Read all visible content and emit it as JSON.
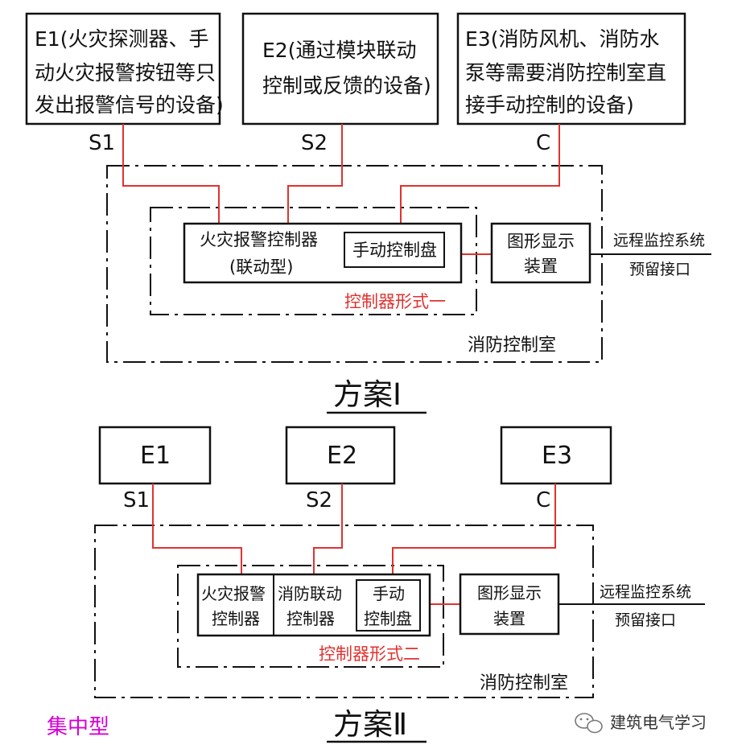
{
  "scheme1": {
    "e1": [
      "E1(火灾探测器、手",
      "动火灾报警按钮等只",
      "发出报警信号的设备)"
    ],
    "e2": [
      "E2(通过模块联动",
      "控制或反馈的设备)"
    ],
    "e3": [
      "E3(消防风机、消防水",
      "泵等需要消防控制室直",
      "接手动控制的设备)"
    ],
    "s1": "S1",
    "s2": "S2",
    "c": "C",
    "fire_controller": [
      "火灾报警控制器",
      "(联动型)"
    ],
    "manual_panel": "手动控制盘",
    "graphic_display": [
      "图形显示",
      "装置"
    ],
    "remote": [
      "远程监控系统",
      "预留接口"
    ],
    "form_label": "控制器形式一",
    "room_label": "消防控制室",
    "title": "方案Ⅰ"
  },
  "scheme2": {
    "e1": "E1",
    "e2": "E2",
    "e3": "E3",
    "s1": "S1",
    "s2": "S2",
    "c": "C",
    "fire_alarm_controller": [
      "火灾报警",
      "控制器"
    ],
    "linkage_controller": [
      "消防联动",
      "控制器"
    ],
    "manual_panel": [
      "手动",
      "控制盘"
    ],
    "graphic_display": [
      "图形显示",
      "装置"
    ],
    "remote": [
      "远程监控系统",
      "预留接口"
    ],
    "form_label": "控制器形式二",
    "room_label": "消防控制室",
    "title": "方案Ⅱ"
  },
  "footer": {
    "type_label": "集中型",
    "watermark": "建筑电气学习"
  },
  "colors": {
    "line_red": "#e0322f",
    "form_label": "#e0322f",
    "type_label": "#d600d6"
  }
}
